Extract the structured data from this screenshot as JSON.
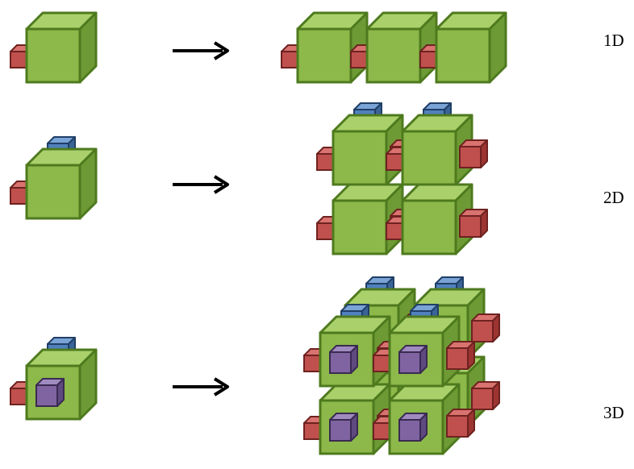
{
  "labels": {
    "row1": "1D",
    "row2": "2D",
    "row3": "3D"
  },
  "colors": {
    "cube_front": "#8DB84A",
    "cube_top": "#A9D06A",
    "cube_side": "#6E9A35",
    "cube_stroke": "#4E7A1E",
    "red_front": "#C0504D",
    "red_top": "#D9736F",
    "red_side": "#9C3532",
    "red_stroke": "#6E2220",
    "blue_front": "#4F81BD",
    "blue_top": "#7AA3D6",
    "blue_side": "#3A6497",
    "blue_stroke": "#203F66",
    "purple_front": "#8064A2",
    "purple_top": "#A08BC0",
    "purple_side": "#5F4A80",
    "purple_stroke": "#3A2A52",
    "arrow": "#000000"
  },
  "icons": {
    "rows": [
      "unit-cube-red-connector",
      "unit-cube-red-blue-connectors",
      "unit-cube-red-blue-purple-connectors"
    ],
    "arrow": "right-arrow-icon"
  }
}
